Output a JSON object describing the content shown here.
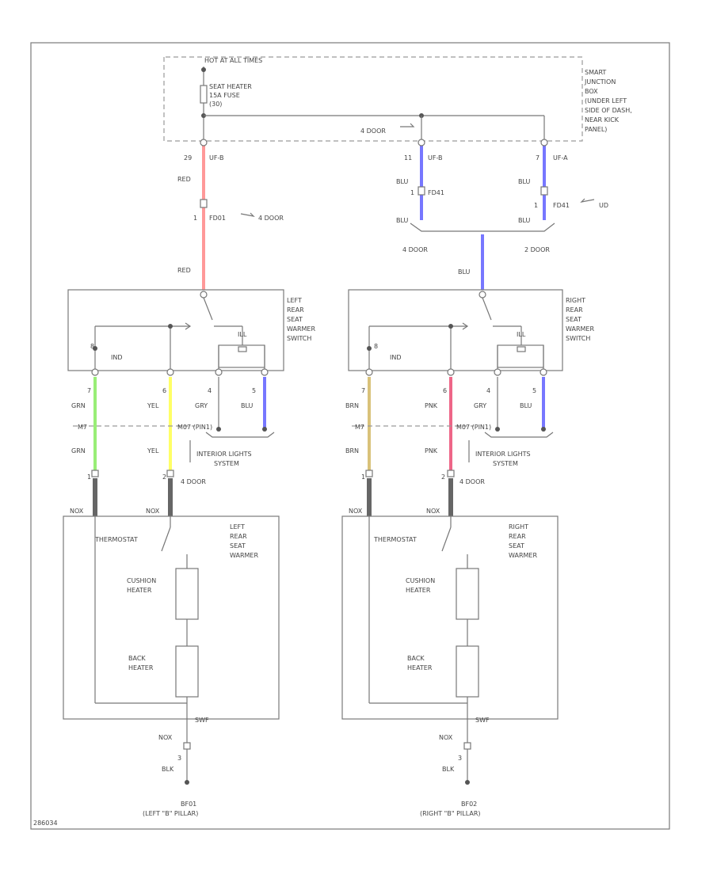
{
  "colors": {
    "red": "#ff9999",
    "blue": "#7777ff",
    "green": "#99ee77",
    "yellow": "#ffff66",
    "brown": "#d9c27a",
    "pink": "#ee6688",
    "dark": "#666666",
    "line": "#777777"
  },
  "junction": {
    "hot_label": "HOT AT ALL TIMES",
    "fuse_label": [
      "SEAT HEATER",
      "15A FUSE",
      "(30)"
    ],
    "box_label": [
      "SMART",
      "JUNCTION",
      "BOX",
      "(UNDER LEFT",
      "SIDE OF DASH,",
      "NEAR KICK",
      "PANEL)"
    ],
    "door_label": "4 DOOR",
    "conn_left": "UF-B",
    "pin_left": "29",
    "conn_mid": "UF-B",
    "pin_mid": "11",
    "conn_right": "UF-A",
    "pin_right": "7"
  },
  "left_feed": {
    "wire_top": "RED",
    "pin": "1",
    "conn": "FD01",
    "door": "4 DOOR",
    "wire_bottom": "RED"
  },
  "right_feed": {
    "wire_l": "BLU",
    "pin_l": "1",
    "conn_l": "FD41",
    "wire_l_bottom": "BLU",
    "wire_r": "BLU",
    "pin_r": "1",
    "conn_r": "FD41",
    "wire_r_bottom": "BLU",
    "variant": "UD",
    "door4": "4 DOOR",
    "door2": "2 DOOR",
    "merged_wire": "BLU"
  },
  "left_switch": {
    "label": [
      "LEFT",
      "REAR",
      "SEAT",
      "WARMER",
      "SWITCH"
    ],
    "ind": "IND",
    "pin_ind": "8",
    "ill": "ILL",
    "pins": [
      "7",
      "6",
      "4",
      "5"
    ],
    "wires": [
      "GRN",
      "YEL",
      "GRY",
      "BLU"
    ],
    "conn_mid": "M7",
    "conn_mid2": "M07 (PIN1)",
    "wires2": [
      "GRN",
      "YEL"
    ],
    "pins2": [
      "1",
      "2"
    ],
    "door": "4 DOOR",
    "interior": [
      "INTERIOR LIGHTS",
      "SYSTEM"
    ]
  },
  "right_switch": {
    "label": [
      "RIGHT",
      "REAR",
      "SEAT",
      "WARMER",
      "SWITCH"
    ],
    "ind": "IND",
    "pin_ind": "8",
    "ill": "ILL",
    "pins": [
      "7",
      "6",
      "4",
      "5"
    ],
    "wires": [
      "BRN",
      "PNK",
      "GRY",
      "BLU"
    ],
    "conn_mid": "M7",
    "conn_mid2": "M07 (PIN1)",
    "wires2": [
      "BRN",
      "PNK"
    ],
    "pins2": [
      "1",
      "2"
    ],
    "door": "4 DOOR",
    "interior": [
      "INTERIOR LIGHTS",
      "SYSTEM"
    ]
  },
  "left_warmer": {
    "conn_l": "NOX",
    "conn_r": "NOX",
    "thermostat": "THERMOSTAT",
    "label": [
      "LEFT",
      "REAR",
      "SEAT",
      "WARMER"
    ],
    "cushion": [
      "CUSHION",
      "HEATER"
    ],
    "back": [
      "BACK",
      "HEATER"
    ],
    "gnd_conn": "SWF",
    "nox": "NOX",
    "pin": "3",
    "wire": "BLK",
    "ground": [
      "BF01",
      "(LEFT \"B\" PILLAR)"
    ]
  },
  "right_warmer": {
    "conn_l": "NOX",
    "conn_r": "NOX",
    "thermostat": "THERMOSTAT",
    "label": [
      "RIGHT",
      "REAR",
      "SEAT",
      "WARMER"
    ],
    "cushion": [
      "CUSHION",
      "HEATER"
    ],
    "back": [
      "BACK",
      "HEATER"
    ],
    "gnd_conn": "SWF",
    "nox": "NOX",
    "pin": "3",
    "wire": "BLK",
    "ground": [
      "BF02",
      "(RIGHT \"B\" PILLAR)"
    ]
  },
  "figure_id": "286034"
}
